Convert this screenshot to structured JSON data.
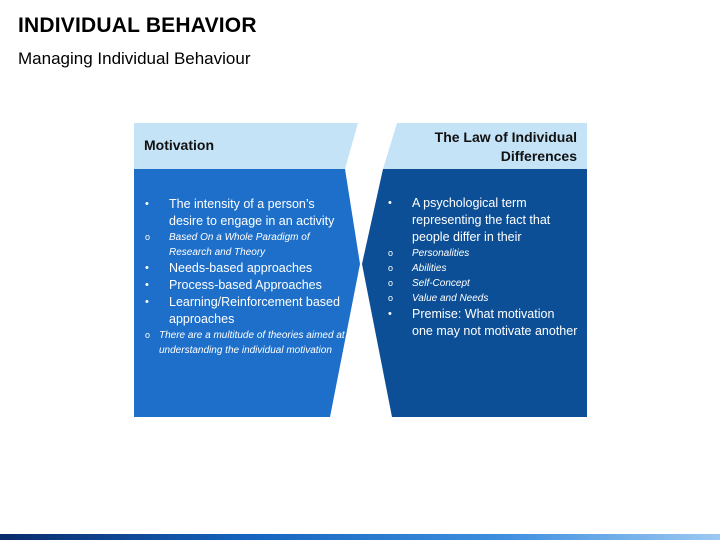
{
  "page": {
    "title": "INDIVIDUAL BEHAVIOR",
    "subtitle": "Managing Individual Behaviour"
  },
  "colors": {
    "header_fill": "#c5e3f7",
    "left_panel": "#1e6fc9",
    "right_panel": "#0d4f96",
    "text_on_panel": "#ffffff"
  },
  "left": {
    "header": "Motivation",
    "items": [
      {
        "level": 1,
        "text": "The intensity of a person’s desire to engage in an activity"
      },
      {
        "level": 2,
        "text": "Based On a Whole Paradigm of Research and Theory"
      },
      {
        "level": 1,
        "text": "Needs-based approaches"
      },
      {
        "level": 1,
        "text": "Process-based Approaches"
      },
      {
        "level": 1,
        "text": "Learning/Reinforcement based approaches"
      },
      {
        "level": 2,
        "text": "There are a multitude of theories aimed at understanding the individual motivation"
      }
    ]
  },
  "right": {
    "header_line1": "The Law of Individual",
    "header_line2": "Differences",
    "items": [
      {
        "level": 1,
        "text": "A psychological term representing the fact that people differ in their"
      },
      {
        "level": 2,
        "text": "Personalities"
      },
      {
        "level": 2,
        "text": "Abilities"
      },
      {
        "level": 2,
        "text": "Self-Concept"
      },
      {
        "level": 2,
        "text": "Value and Needs"
      },
      {
        "level": 1,
        "text": "Premise: What motivation one may not motivate another"
      }
    ]
  },
  "markers": {
    "bullet": "•",
    "sub": "o"
  }
}
